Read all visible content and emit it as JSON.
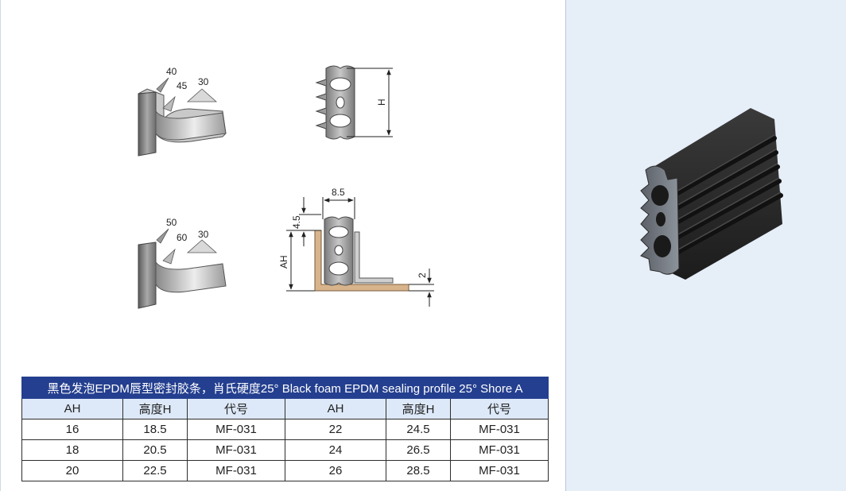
{
  "diagram": {
    "lip_top_angles": [
      "40",
      "45",
      "30"
    ],
    "lip_bottom_angles": [
      "50",
      "60",
      "30"
    ],
    "section_height_label": "H",
    "corner_width_label": "8.5",
    "corner_top_label": "4.5",
    "corner_ah_label": "AH",
    "corner_thickness_label": "2"
  },
  "table": {
    "title": "黑色发泡EPDM唇型密封胶条，肖氏硬度25° Black foam EPDM sealing profile 25° Shore A",
    "headers": [
      "AH",
      "高度H",
      "代号",
      "AH",
      "高度H",
      "代号"
    ],
    "rows": [
      [
        "16",
        "18.5",
        "MF-031",
        "22",
        "24.5",
        "MF-031"
      ],
      [
        "18",
        "20.5",
        "MF-031",
        "24",
        "26.5",
        "MF-031"
      ],
      [
        "20",
        "22.5",
        "MF-031",
        "26",
        "28.5",
        "MF-031"
      ]
    ]
  },
  "colors": {
    "header_bar": "#243f8f",
    "header_row": "#dde9f8",
    "right_panel": "#e6eef8",
    "bracket": "#d8b48c",
    "profile": "#2b2b2b"
  }
}
